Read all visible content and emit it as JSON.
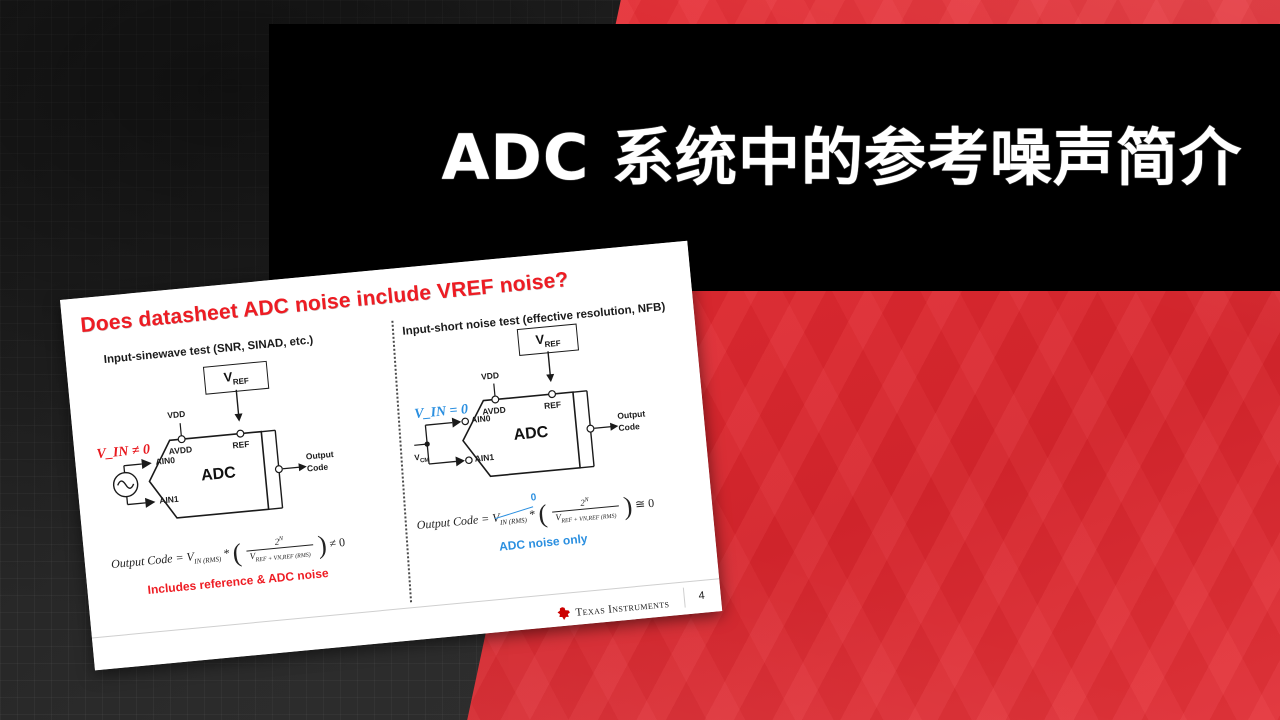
{
  "slide": {
    "title": "ADC 系统中的参考噪声简介",
    "title_band_color": "#000000",
    "accent_red": "#e32b32",
    "background_color": "#2b2b2b"
  },
  "photo": {
    "heading": "Does datasheet ADC noise include VREF noise?",
    "heading_color": "#ee1c23",
    "divider": "dotted-vertical",
    "panels": [
      {
        "id": "left",
        "caption": "Input-sinewave test (SNR, SINAD, etc.)",
        "input_tag": "V_IN ≠ 0",
        "input_tag_color": "#e8191f",
        "input_source": "sinewave-source",
        "vref_label": "V",
        "vref_sub": "REF",
        "node_labels": [
          "VDD",
          "AVDD",
          "REF",
          "AIN0",
          "AIN1"
        ],
        "block_label": "ADC",
        "output_label_line1": "Output",
        "output_label_line2": "Code",
        "formula_lhs": "Output Code = V",
        "formula_lhs_sub": "IN (RMS)",
        "formula_op": "*",
        "formula_num": "2",
        "formula_num_sup": "N",
        "formula_den": "V",
        "formula_den_text": "REF + V",
        "formula_den_text2": "N,REF (RMS)",
        "formula_result": "≠ 0",
        "note": "Includes reference & ADC noise",
        "note_color": "#ee1c23"
      },
      {
        "id": "right",
        "caption": "Input-short noise test (effective resolution, NFB)",
        "input_tag": "V_IN = 0",
        "input_tag_color": "#2a8fe0",
        "input_source": "common-mode-short",
        "vcm_label": "V",
        "vcm_sub": "CM",
        "vref_label": "V",
        "vref_sub": "REF",
        "node_labels": [
          "VDD",
          "AVDD",
          "REF",
          "AIN0",
          "AIN1"
        ],
        "block_label": "ADC",
        "output_label_line1": "Output",
        "output_label_line2": "Code",
        "formula_lhs": "Output Code = V",
        "formula_lhs_sub": "IN (RMS)",
        "formula_op": "*",
        "formula_num": "2",
        "formula_num_sup": "N",
        "formula_den": "V",
        "formula_den_text": "REF + V",
        "formula_den_text2": "N,REF (RMS)",
        "formula_result": "≅ 0",
        "zero_annotation": "0",
        "note": "ADC noise only",
        "note_color": "#2a8fe0"
      }
    ],
    "footer": {
      "logo_text": "Texas Instruments",
      "page_number": "4"
    }
  }
}
